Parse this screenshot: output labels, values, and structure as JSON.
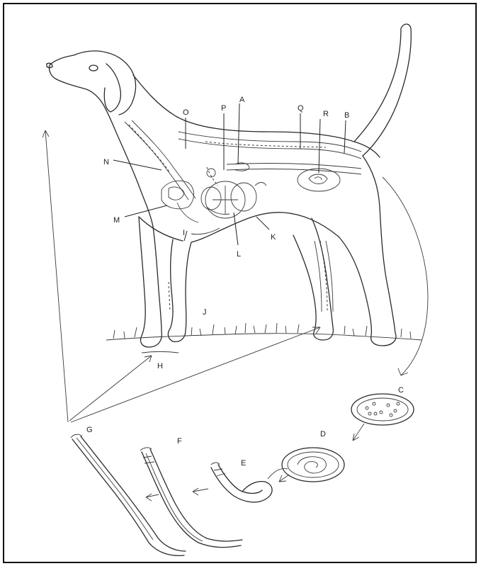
{
  "diagram": {
    "labels": {
      "A": "A",
      "B": "B",
      "C": "C",
      "D": "D",
      "E": "E",
      "F": "F",
      "G": "G",
      "H": "H",
      "I": "I",
      "J": "J",
      "K": "K",
      "L": "L",
      "M": "M",
      "N": "N",
      "O": "O",
      "P": "P",
      "Q": "Q",
      "R": "R"
    },
    "stages": [
      "C",
      "D",
      "E",
      "F",
      "G"
    ]
  }
}
